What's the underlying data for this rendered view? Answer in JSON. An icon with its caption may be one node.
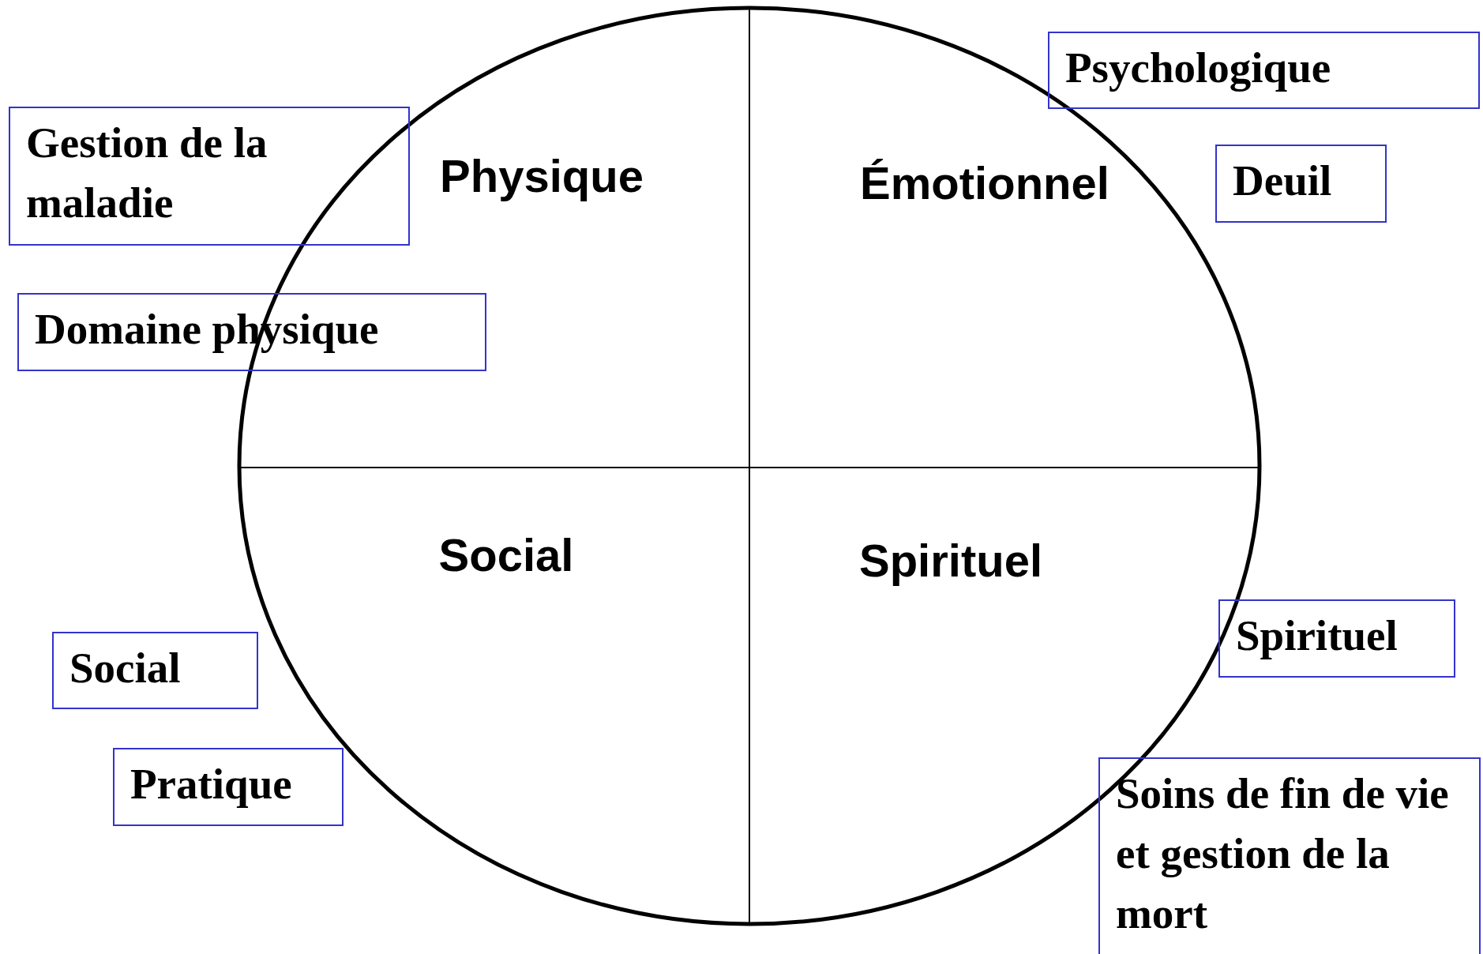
{
  "diagram": {
    "nodes": [
      {
        "text": [
          "Psychologique"
        ]
      },
      {
        "text": [
          "Gestion de la maladie"
        ]
      },
      {
        "text": [
          "Deuil"
        ]
      },
      {
        "text": [
          "Domaine physique"
        ]
      },
      {
        "text": [
          "Spirituel"
        ]
      },
      {
        "text": [
          "Social"
        ]
      },
      {
        "text": [
          "Pratique"
        ]
      },
      {
        "text": [
          "Soins de fin de vie et gestion de la mort"
        ]
      }
    ],
    "labels": [
      "Physique",
      "Émotionnel",
      "Social",
      "Spirituel"
    ]
  }
}
